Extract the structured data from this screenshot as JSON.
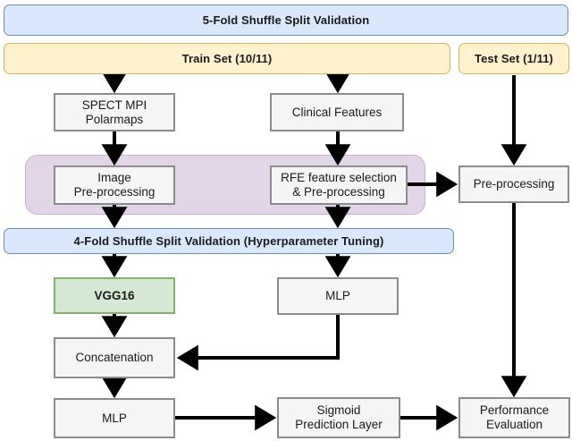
{
  "diagram": {
    "title": "Two-branch SPECT MPI + clinical features deep learning pipeline",
    "colors": {
      "validation_fill": "#dae8fc",
      "validation_stroke": "#6c8ebf",
      "set_fill": "#fff2cc",
      "set_stroke": "#d6b656",
      "process_fill": "#f5f5f5",
      "process_stroke": "#8c8c8c",
      "group_fill": "#e1d5e7",
      "group_stroke": "#c9b2cd",
      "model_fill": "#d5e8d4",
      "model_stroke": "#82b366",
      "edge": "#000000",
      "background": "#ffffff"
    },
    "nodes": {
      "outer_validation": "5-Fold Shuffle Split Validation",
      "train_set": "Train Set (10/11)",
      "test_set": "Test Set (1/11)",
      "spect_polarmaps": "SPECT MPI\nPolarmaps",
      "clinical_features": "Clinical  Features",
      "image_preprocessing": "Image\nPre-processing",
      "rfe_preprocessing": "RFE feature selection\n& Pre-processing",
      "test_preprocessing": "Pre-processing",
      "inner_validation": "4-Fold Shuffle Split Validation (Hyperparameter Tuning)",
      "vgg16": "VGG16",
      "mlp_branch": "MLP",
      "concatenation": "Concatenation",
      "mlp_head": "MLP",
      "sigmoid_layer": "Sigmoid\nPrediction Layer",
      "performance_evaluation": "Performance\nEvaluation"
    }
  }
}
